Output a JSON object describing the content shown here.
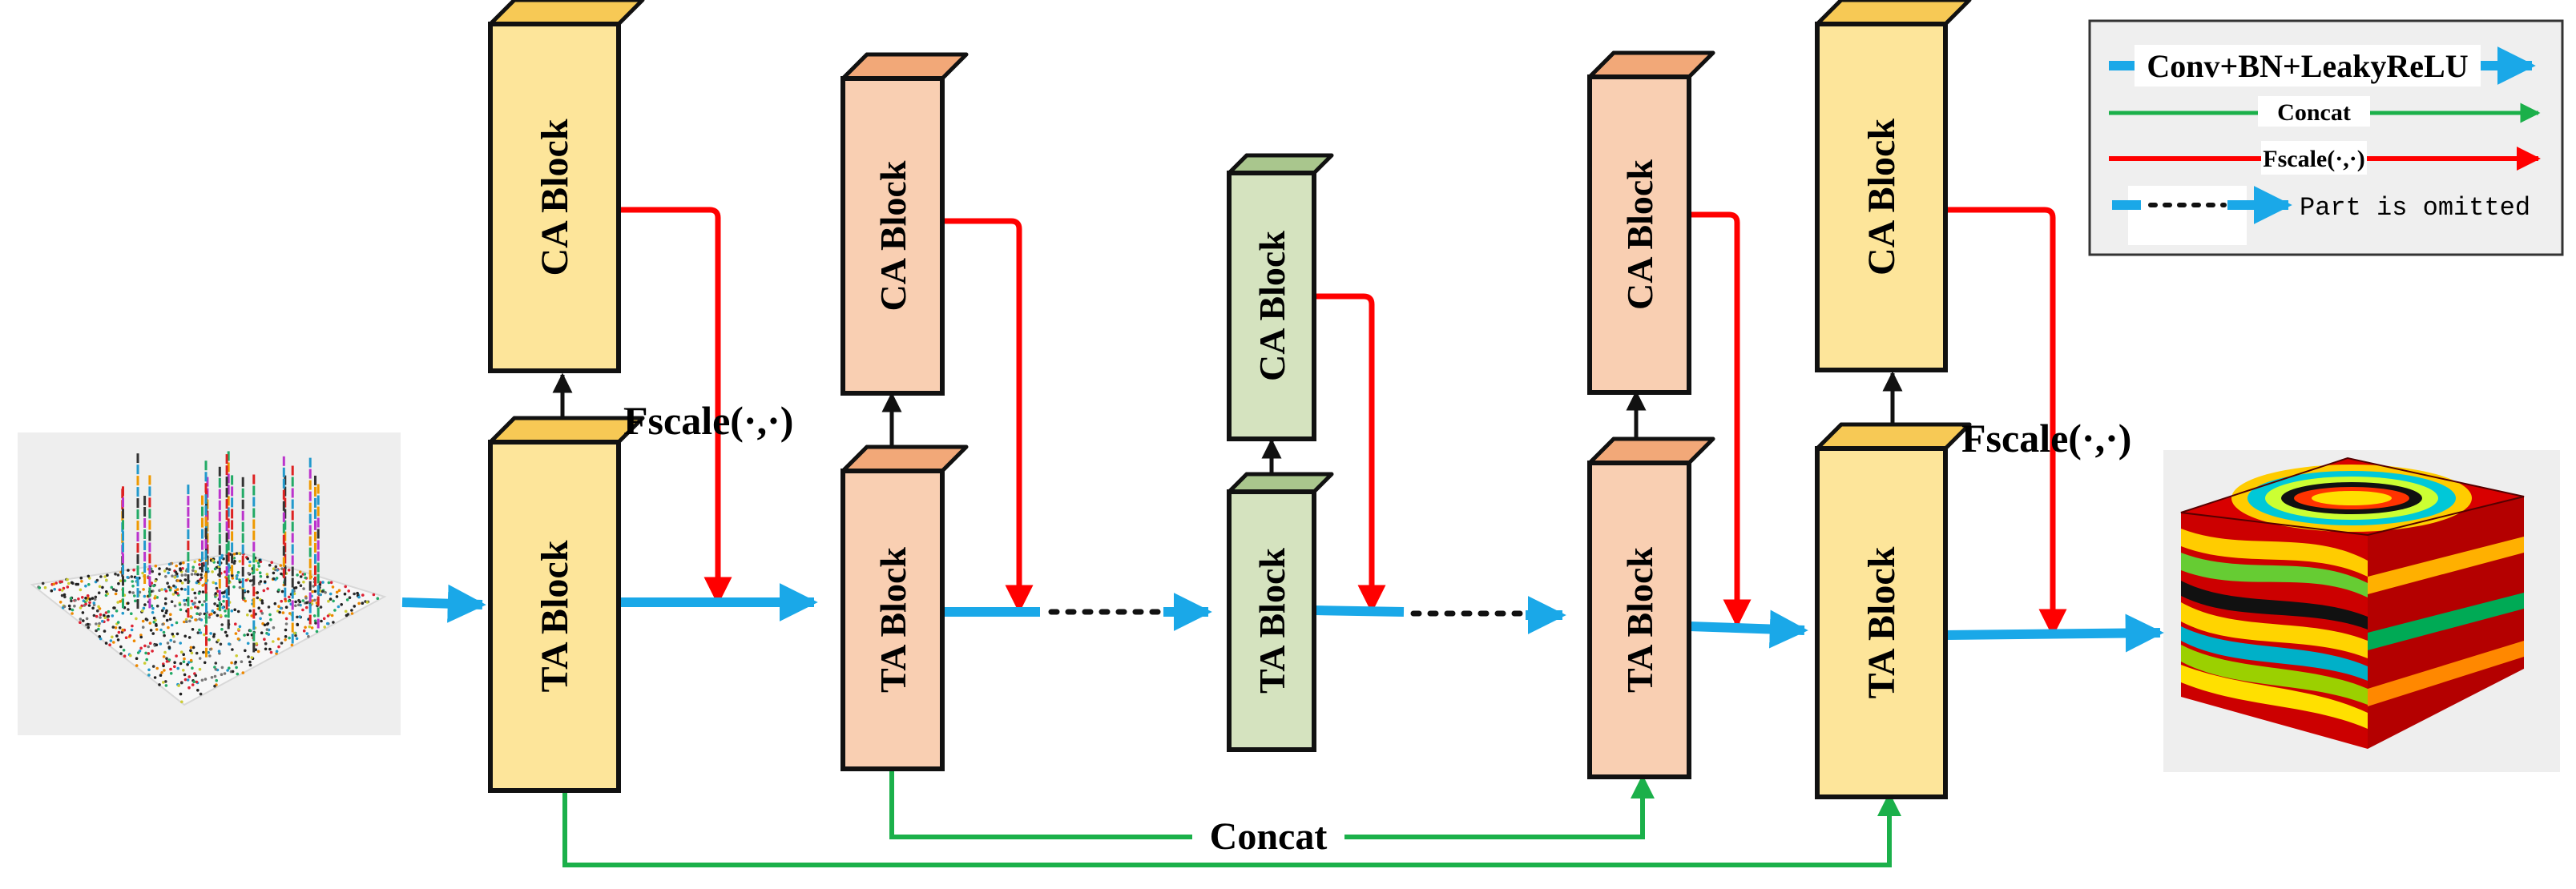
{
  "labels": {
    "fscale_left": "Fscale(·,·)",
    "fscale_right": "Fscale(·,·)",
    "concat": "Concat"
  },
  "blocks": {
    "ta": "TA Block",
    "ca": "CA Block"
  },
  "legend": {
    "conv": "Conv+BN+LeakyReLU",
    "concat": "Concat",
    "fscale": "Fscale(·,·)",
    "omitted": "Part is omitted"
  },
  "colors": {
    "yellow": "#fde59a",
    "orange": "#f9cfb2",
    "green": "#d5e3bf",
    "blue_arrow": "#1aa8e8",
    "red_arrow": "#ff0000",
    "green_arrow": "#1bb04a",
    "legend_bg": "#efefef"
  },
  "images": {
    "input": "well-log point cloud",
    "output": "3D geological model cube"
  }
}
